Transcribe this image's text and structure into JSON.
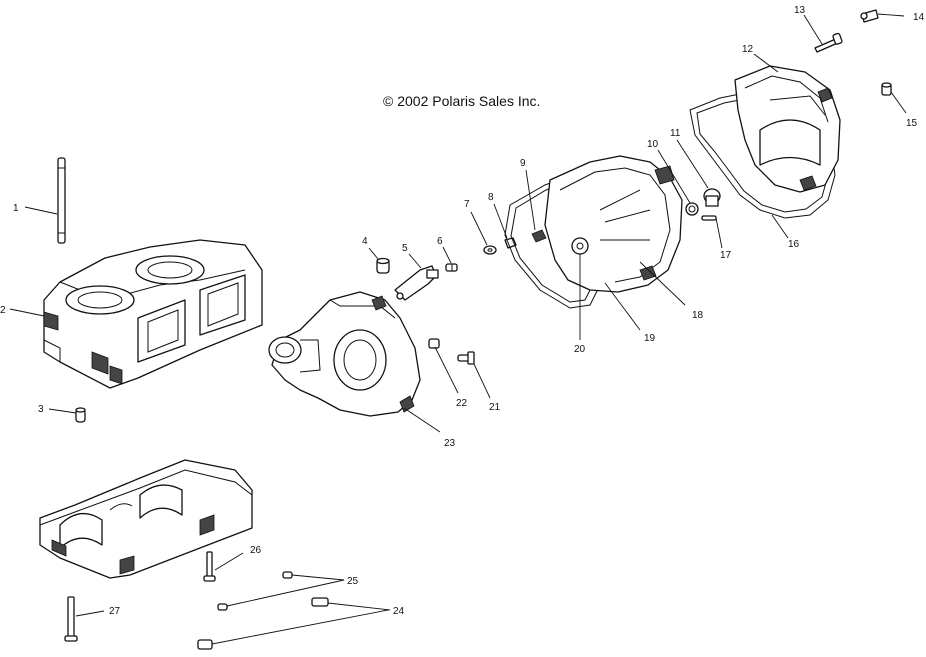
{
  "copyright": "© 2002 Polaris Sales Inc.",
  "callouts": [
    "1",
    "2",
    "3",
    "4",
    "5",
    "6",
    "7",
    "8",
    "9",
    "10",
    "11",
    "12",
    "13",
    "14",
    "15",
    "16",
    "17",
    "18",
    "19",
    "20",
    "21",
    "22",
    "23",
    "24",
    "25",
    "26",
    "27"
  ]
}
